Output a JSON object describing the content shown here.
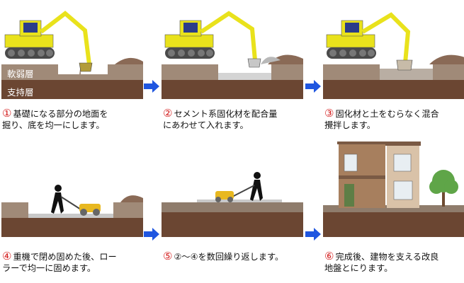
{
  "layers": {
    "soft": "軟弱層",
    "support": "支持層"
  },
  "steps": [
    {
      "num": "①",
      "text": "基礎になる部分の地面を\n掘り、底を均一にします。"
    },
    {
      "num": "②",
      "text": "セメント系固化材を配合量\nにあわせて入れます。"
    },
    {
      "num": "③",
      "text": "固化材と土をむらなく混合\n攪拌します。"
    },
    {
      "num": "④",
      "text": "重機で閉め固めた後、ロー\nラーで均一に固めます。"
    },
    {
      "num": "⑤",
      "text": "②～④を数回繰り返します。"
    },
    {
      "num": "⑥",
      "text": "完成後、建物を支える改良\n地盤とにります。"
    }
  ],
  "colors": {
    "soft_soil": "#a08a78",
    "support_soil": "#6b4632",
    "excavator": "#e9e21c",
    "arrow": "#1f56e0",
    "step_number": "#d42020",
    "cement": "#d4d4d4",
    "house_wall": "#a77f5e",
    "tree": "#5fa548"
  }
}
